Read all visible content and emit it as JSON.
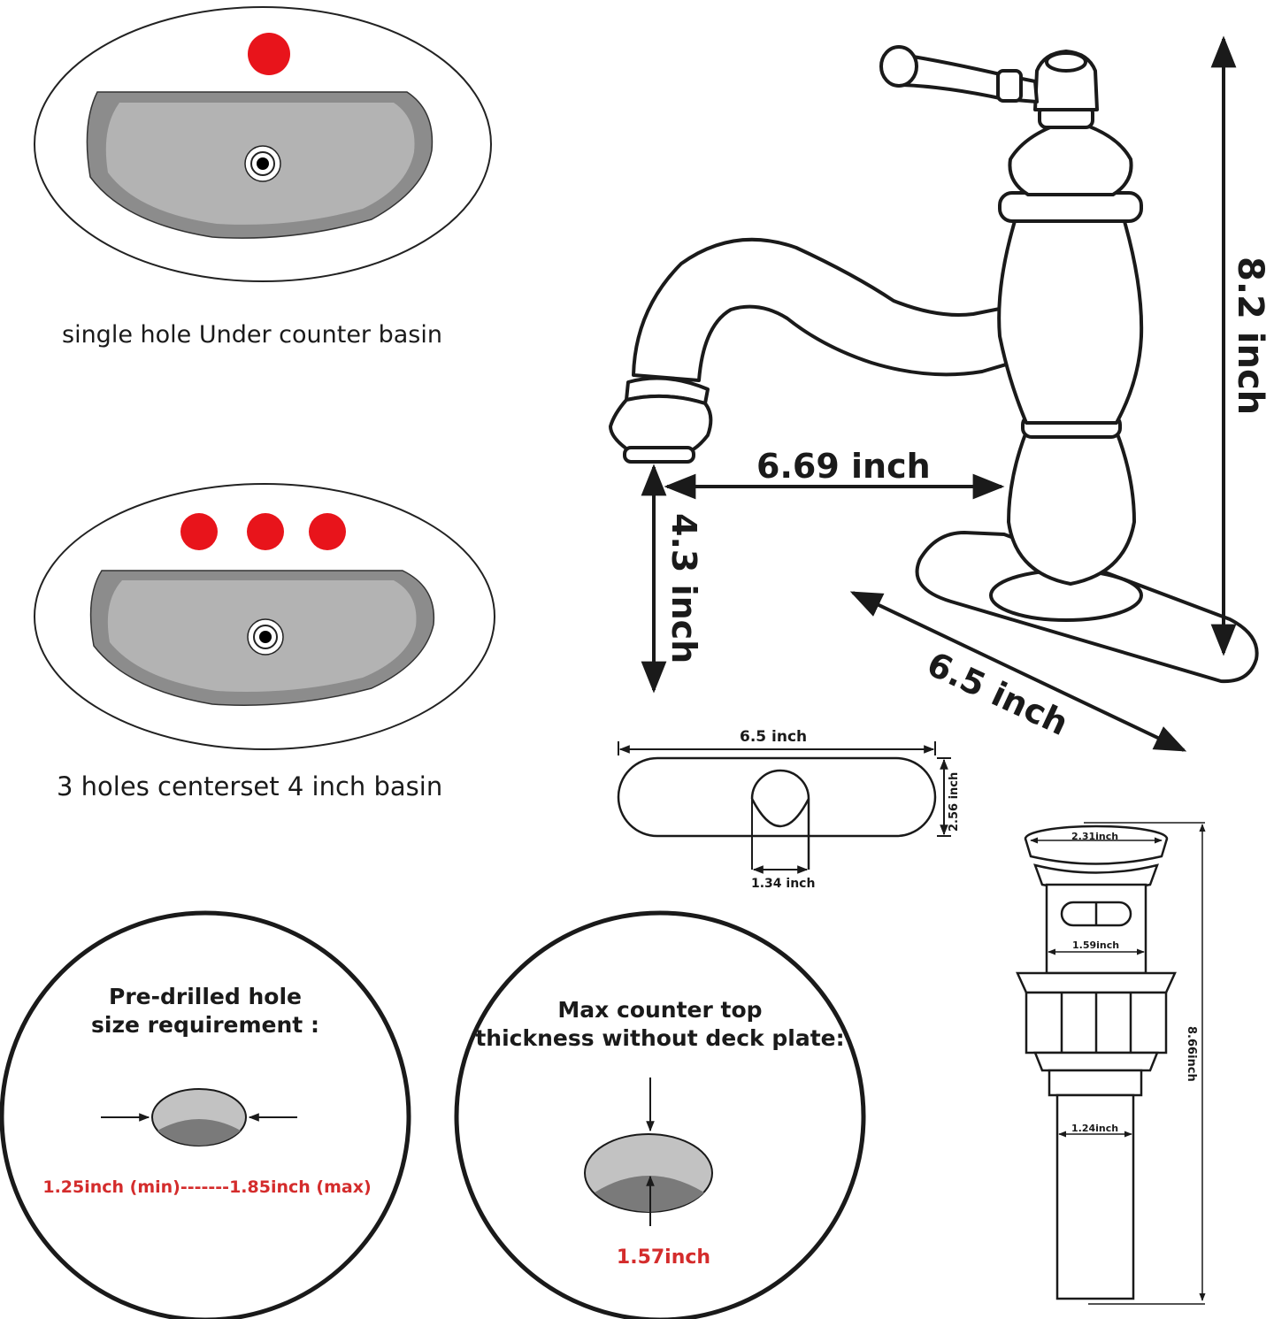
{
  "basins": {
    "single": {
      "caption": "single hole Under counter basin"
    },
    "three": {
      "caption": "3 holes centerset 4 inch basin"
    }
  },
  "faucet": {
    "height": "8.2 inch",
    "reach": "6.69 inch",
    "spout_height": "4.3 inch",
    "plate_length": "6.5 inch"
  },
  "deck_plate": {
    "length": "6.5 inch",
    "width": "2.56 inch",
    "hole": "1.34 inch"
  },
  "drain": {
    "top": "2.31inch",
    "mid": "1.59inch",
    "tail": "1.24inch",
    "height": "8.66inch"
  },
  "hole_requirement": {
    "title_line1": "Pre-drilled hole",
    "title_line2": "size requirement :",
    "range": "1.25inch (min)-------1.85inch (max)"
  },
  "counter_thickness": {
    "title_line1": "Max counter top",
    "title_line2": "thickness without deck plate:",
    "value": "1.57inch"
  },
  "colors": {
    "accent_red": "#e8141b",
    "label_red": "#d42c2c",
    "basin_fill": "#b3b3b3",
    "basin_rim": "#8c8c8c",
    "line": "#1a1a1a"
  }
}
